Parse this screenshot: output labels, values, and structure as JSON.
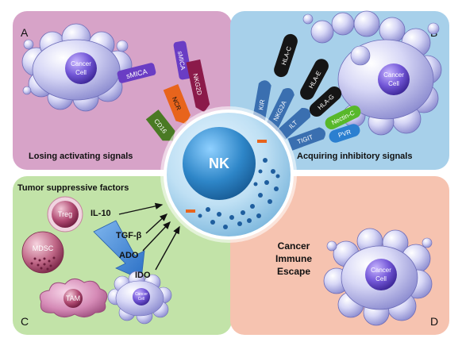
{
  "panels": {
    "a": {
      "letter": "A",
      "caption": "Losing activating signals"
    },
    "b": {
      "letter": "B",
      "caption": "Acquiring inhibitory signals"
    },
    "c": {
      "letter": "C",
      "title": "Tumor suppressive factors"
    },
    "d": {
      "letter": "D",
      "caption_lines": [
        "Cancer",
        "Immune",
        "Escape"
      ]
    }
  },
  "nk_cell": {
    "label": "NK"
  },
  "cancer_cell": {
    "label_lines": [
      "Cancer",
      "Cell"
    ]
  },
  "activating": {
    "soluble_ligand": "sMICA",
    "bound_ligand": "sMICA",
    "receptors": [
      "NKG2D",
      "NCR",
      "CD16"
    ]
  },
  "inhibitory": {
    "receptors": [
      "KIR",
      "NKG2A",
      "ILT",
      "TIGIT"
    ],
    "ligands": [
      "HLA-C",
      "HLA-E",
      "HLA-G",
      "Nectin-C",
      "PVR"
    ]
  },
  "suppressor_cells": [
    "Treg",
    "MDSC",
    "TAM"
  ],
  "factors": [
    "IL-10",
    "TGF-β",
    "ADO",
    "IDO"
  ],
  "colors": {
    "panel_a": "#d7a3c8",
    "panel_b": "#a7d0ea",
    "panel_c": "#c2e3a8",
    "panel_d": "#f6c3b0",
    "nk": "#2e86c8",
    "cancer_cell": "#b4b4e6",
    "nkg2d": "#8b1a4a",
    "ncr": "#e8641c",
    "cd16": "#4a7a24",
    "kir": "#3a6fb0",
    "black_ligand": "#151515",
    "nectin": "#58b82a",
    "pvr": "#2b7fd0",
    "smica": "#6a3dc4"
  }
}
